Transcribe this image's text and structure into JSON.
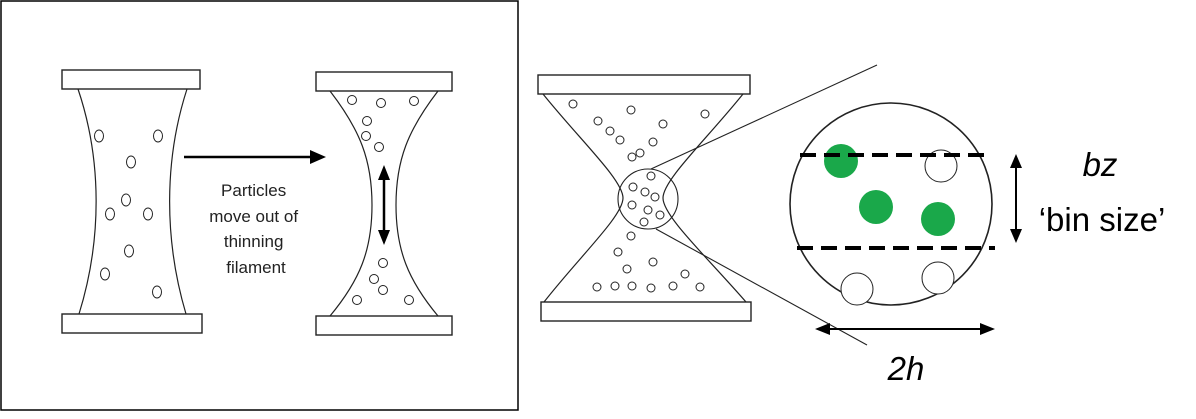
{
  "left_panel": {
    "label_lines": [
      "Particles",
      "move out of",
      "thinning",
      "filament"
    ]
  },
  "right_panel": {
    "bz_label": "bz",
    "bin_size_label": "‘bin size’",
    "h_label": "2h"
  },
  "colors": {
    "particle_green": "#1aa84a",
    "stroke": "#222222"
  }
}
